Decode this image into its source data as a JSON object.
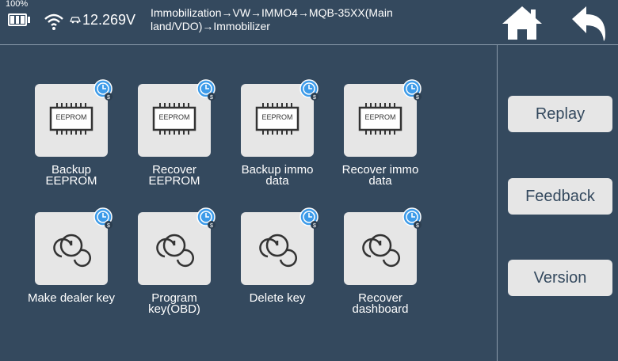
{
  "status": {
    "battery_percent": "100%",
    "voltage": "12.269V"
  },
  "breadcrumb": "Immobilization→VW→IMMO4→MQB-35XX(Main land/VDO)→Immobilizer",
  "functions": [
    {
      "label": "Backup\nEEPROM",
      "chip": "EEPROM",
      "icon": "eeprom-chip-icon"
    },
    {
      "label": "Recover\nEEPROM",
      "chip": "EEPROM",
      "icon": "eeprom-chip-icon"
    },
    {
      "label": "Backup immo\ndata",
      "chip": "EEPROM",
      "icon": "eeprom-chip-icon"
    },
    {
      "label": "Recover immo\ndata",
      "chip": "EEPROM",
      "icon": "eeprom-chip-icon"
    },
    {
      "label": "Make dealer key",
      "icon": "keys-icon"
    },
    {
      "label": "Program\nkey(OBD)",
      "icon": "keys-icon"
    },
    {
      "label": "Delete key",
      "icon": "keys-icon"
    },
    {
      "label": "Recover\ndashboard",
      "icon": "keys-icon"
    }
  ],
  "sidebar": {
    "replay": "Replay",
    "feedback": "Feedback",
    "version": "Version"
  },
  "colors": {
    "background": "#34495e",
    "tile": "#e6e6e6",
    "badge": "#3d9be9"
  }
}
